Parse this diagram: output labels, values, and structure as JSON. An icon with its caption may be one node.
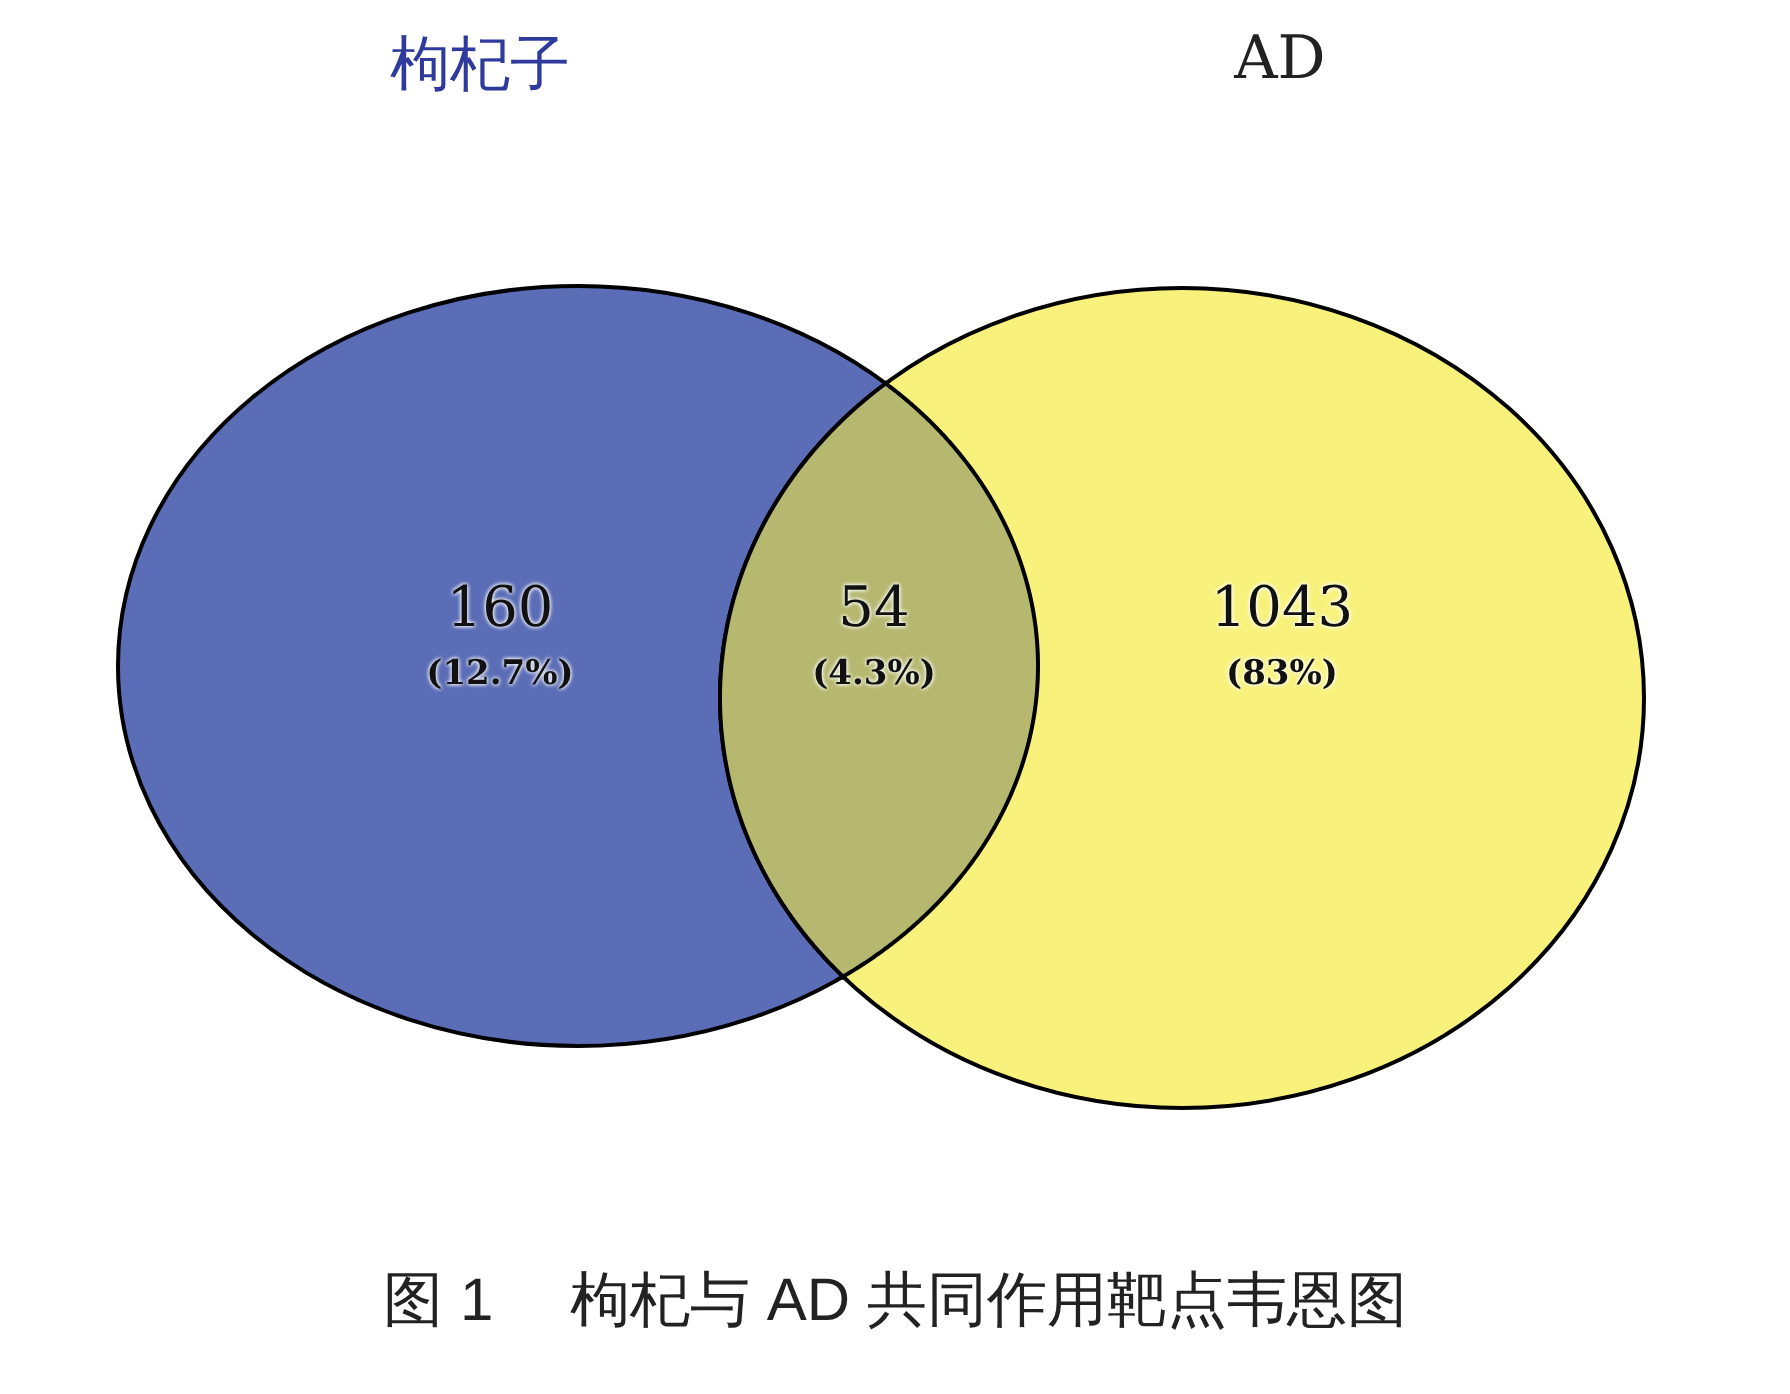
{
  "diagram": {
    "caption": "图 1　 枸杞与 AD 共同作用靶点韦恩图",
    "nodes": [
      {
        "text": [
          "枸杞子"
        ]
      },
      {
        "text": [
          "AD"
        ]
      }
    ],
    "labels": [
      "160",
      "(12.7%)",
      "54",
      "(4.3%)",
      "1043",
      "(83%)"
    ]
  }
}
